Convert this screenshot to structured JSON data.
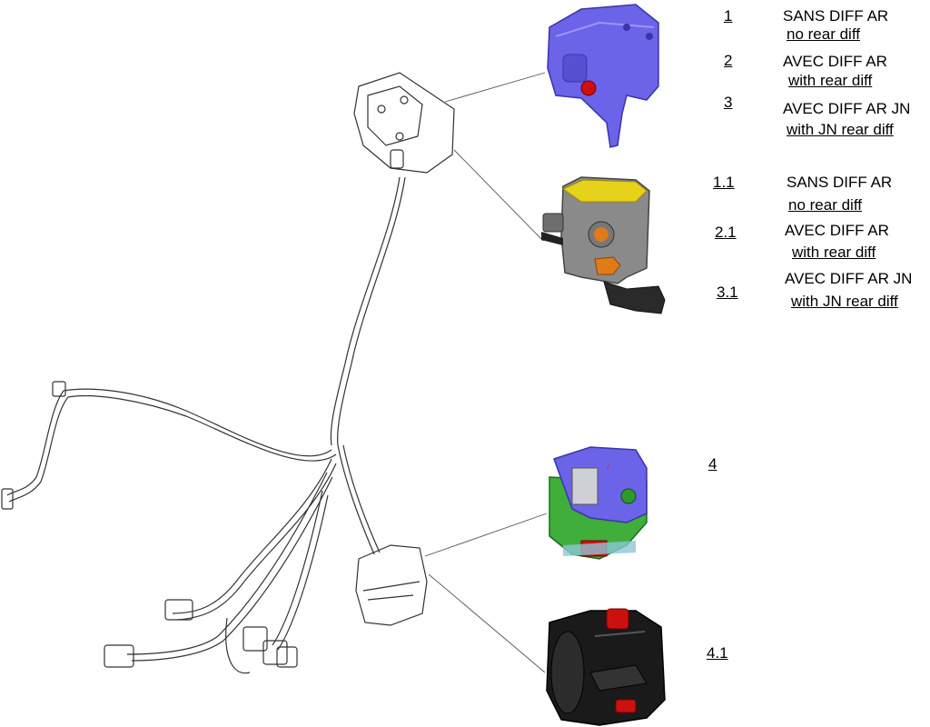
{
  "labels": [
    {
      "num": "1",
      "fr": "SANS DIFF AR",
      "en": "no rear diff"
    },
    {
      "num": "2",
      "fr": "AVEC DIFF AR",
      "en": "with rear diff"
    },
    {
      "num": "3",
      "fr": "AVEC DIFF AR JN",
      "en": "with JN rear diff"
    },
    {
      "num": "1.1",
      "fr": "SANS DIFF AR",
      "en": "no rear diff"
    },
    {
      "num": "2.1",
      "fr": "AVEC DIFF AR",
      "en": "with rear diff"
    },
    {
      "num": "3.1",
      "fr": "AVEC DIFF AR JN",
      "en": "with JN rear diff"
    },
    {
      "num": "4"
    },
    {
      "num": "4.1"
    }
  ],
  "colors": {
    "blue_switch": "#6b63e8",
    "grey_switch": "#8a8a8a",
    "yellow_cap": "#e6d21a",
    "orange_button": "#e07a1a",
    "red_button": "#cc1010",
    "green_body": "#3fae3a",
    "black_switch": "#1a1a1a",
    "harness_line": "#333333"
  },
  "icons": [
    "blue-throttle-switch",
    "grey-throttle-switch",
    "blue-green-handlebar-switch",
    "black-red-handlebar-switch",
    "wiring-harness"
  ]
}
